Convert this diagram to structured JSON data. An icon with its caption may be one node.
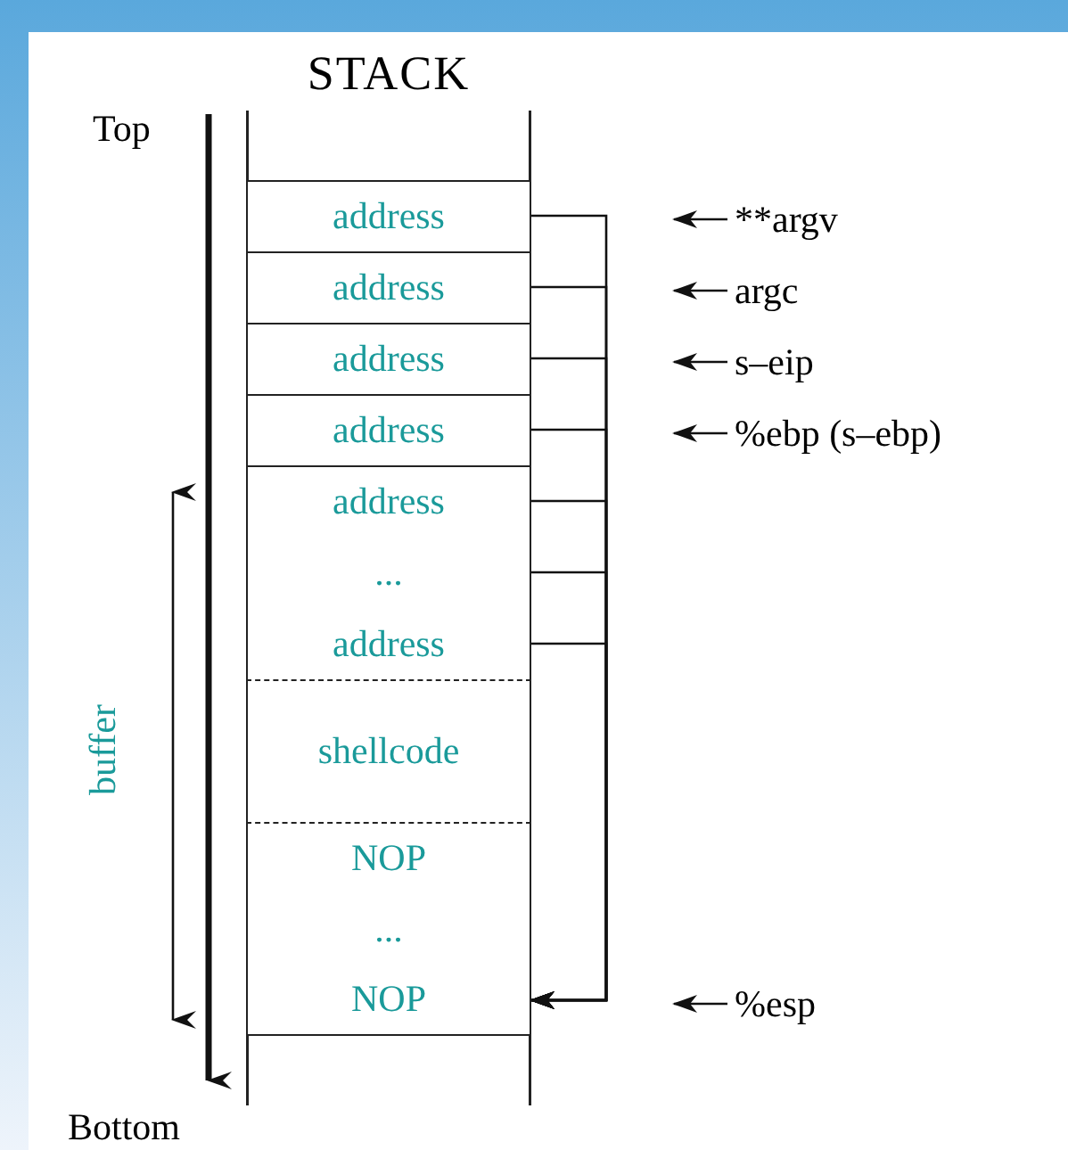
{
  "diagram": {
    "nodes": [
      {
        "text": [
          "STACK"
        ]
      },
      {
        "text": [
          "address"
        ],
        "in": 0
      },
      {
        "text": [
          "address"
        ],
        "in": 0
      },
      {
        "text": [
          "address"
        ],
        "in": 0
      },
      {
        "text": [
          "address"
        ],
        "in": 0
      },
      {
        "text": [
          "address"
        ],
        "in": 0
      },
      {
        "text": [
          "..."
        ],
        "in": 0
      },
      {
        "text": [
          "address"
        ],
        "in": 0
      },
      {
        "text": [
          "shellcode"
        ],
        "in": 0
      },
      {
        "text": [
          "NOP"
        ],
        "in": 0
      },
      {
        "text": [
          "..."
        ],
        "in": 0
      },
      {
        "text": [
          "NOP"
        ],
        "in": 0
      },
      {
        "text": [
          "**argv"
        ]
      },
      {
        "text": [
          "argc"
        ]
      },
      {
        "text": [
          "s–eip"
        ]
      },
      {
        "text": [
          "%ebp (s–ebp)"
        ]
      },
      {
        "text": [
          "%esp"
        ]
      }
    ],
    "edges": [
      {
        "from": 1,
        "to": 11,
        "arrow": "to"
      },
      {
        "from": 2,
        "to": 11,
        "arrow": "to"
      },
      {
        "from": 3,
        "to": 11,
        "arrow": "to"
      },
      {
        "from": 4,
        "to": 11,
        "arrow": "to"
      },
      {
        "from": 5,
        "to": 11,
        "arrow": "to"
      },
      {
        "from": 6,
        "to": 11,
        "arrow": "to"
      },
      {
        "from": 7,
        "to": 11,
        "arrow": "to"
      },
      {
        "from": 12,
        "to": null,
        "arrow": "to"
      },
      {
        "from": 13,
        "to": null,
        "arrow": "to"
      },
      {
        "from": 14,
        "to": null,
        "arrow": "to"
      },
      {
        "from": 15,
        "to": null,
        "arrow": "to"
      },
      {
        "from": 16,
        "to": null,
        "arrow": "to"
      }
    ],
    "labels": [
      "Top",
      "buffer",
      "Bottom"
    ]
  }
}
